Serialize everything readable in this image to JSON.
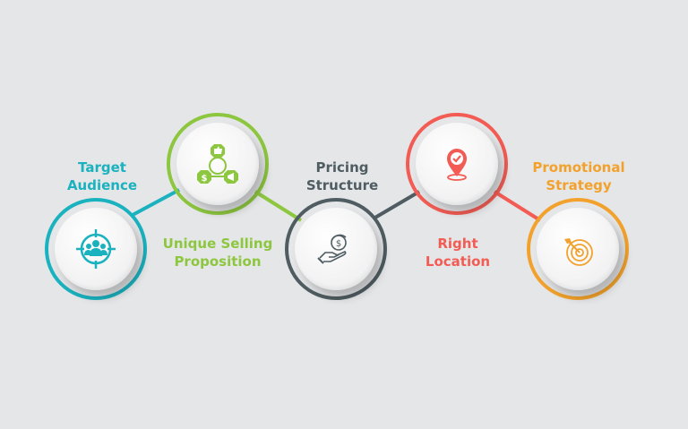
{
  "background": "#e5e6e8",
  "steps": [
    {
      "label_line1": "Target",
      "label_line2": "Audience",
      "color": "#1ab2bf",
      "icon": "target-audience-icon"
    },
    {
      "label_line1": "Unique Selling",
      "label_line2": "Proposition",
      "color": "#8dc63f",
      "icon": "network-thumb-dollar-megaphone-icon"
    },
    {
      "label_line1": "Pricing",
      "label_line2": "Structure",
      "color": "#4f5d62",
      "icon": "hand-dollar-icon"
    },
    {
      "label_line1": "Right",
      "label_line2": "Location",
      "color": "#f25c54",
      "icon": "location-pin-check-icon"
    },
    {
      "label_line1": "Promotional",
      "label_line2": "Strategy",
      "color": "#f2a22c",
      "icon": "bullseye-arrow-icon"
    }
  ]
}
